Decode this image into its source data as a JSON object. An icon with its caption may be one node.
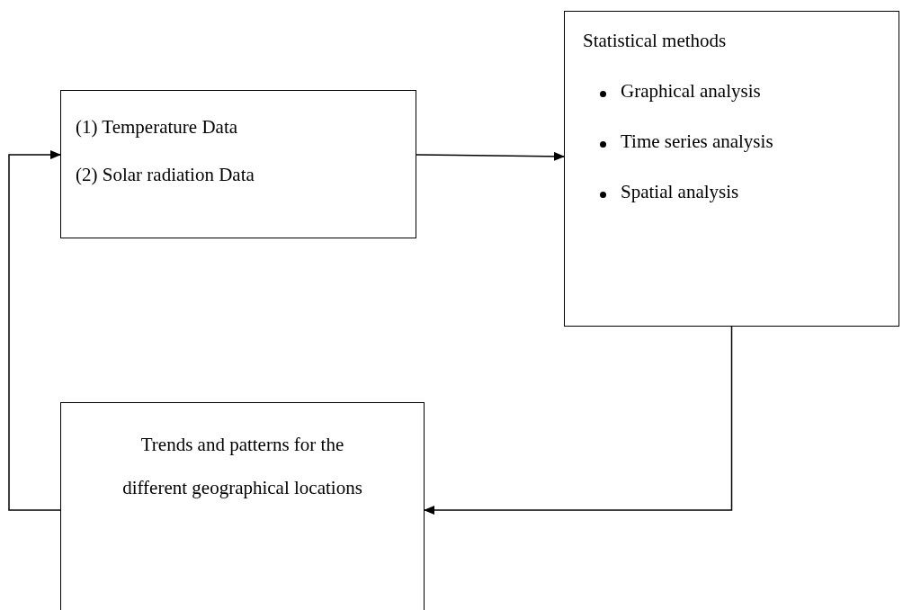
{
  "diagram": {
    "nodes": [
      {
        "text": [
          "(1) Temperature Data",
          "(2) Solar radiation Data"
        ]
      },
      {
        "text": [
          "Statistical methods",
          "Graphical analysis",
          "Time series analysis",
          "Spatial analysis"
        ]
      },
      {
        "text": [
          "Trends and patterns for the different geographical locations"
        ]
      }
    ],
    "edges": [
      {
        "from": 0,
        "to": 1,
        "arrow": "to"
      },
      {
        "from": 1,
        "to": 2,
        "arrow": "to"
      },
      {
        "from": 2,
        "to": 0,
        "arrow": "to"
      }
    ]
  }
}
